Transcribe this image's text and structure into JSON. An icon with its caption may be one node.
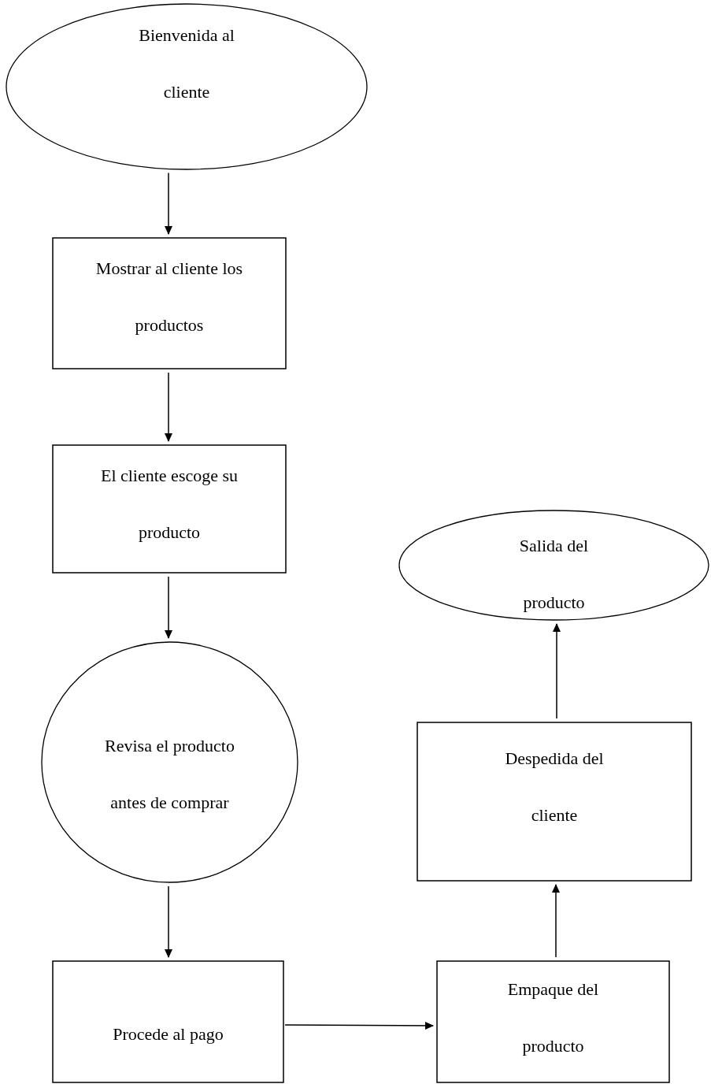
{
  "diagram": {
    "nodes": [
      {
        "text": [
          "Bienvenida al cliente"
        ]
      },
      {
        "text": [
          "Mostrar al cliente los productos"
        ]
      },
      {
        "text": [
          "El cliente escoge su producto"
        ]
      },
      {
        "text": [
          "Revisa el producto antes de comprar"
        ]
      },
      {
        "text": [
          "Procede al pago"
        ]
      },
      {
        "text": [
          "Empaque del producto"
        ]
      },
      {
        "text": [
          "Despedida del cliente"
        ]
      },
      {
        "text": [
          "Salida del producto"
        ]
      }
    ],
    "edges": [
      {
        "from": 0,
        "to": 1,
        "arrow": "to"
      },
      {
        "from": 1,
        "to": 2,
        "arrow": "to"
      },
      {
        "from": 2,
        "to": 3,
        "arrow": "to"
      },
      {
        "from": 3,
        "to": 4,
        "arrow": "to"
      },
      {
        "from": 4,
        "to": 5,
        "arrow": "to"
      },
      {
        "from": 5,
        "to": 6,
        "arrow": "to"
      },
      {
        "from": 6,
        "to": 7,
        "arrow": "to"
      }
    ]
  }
}
